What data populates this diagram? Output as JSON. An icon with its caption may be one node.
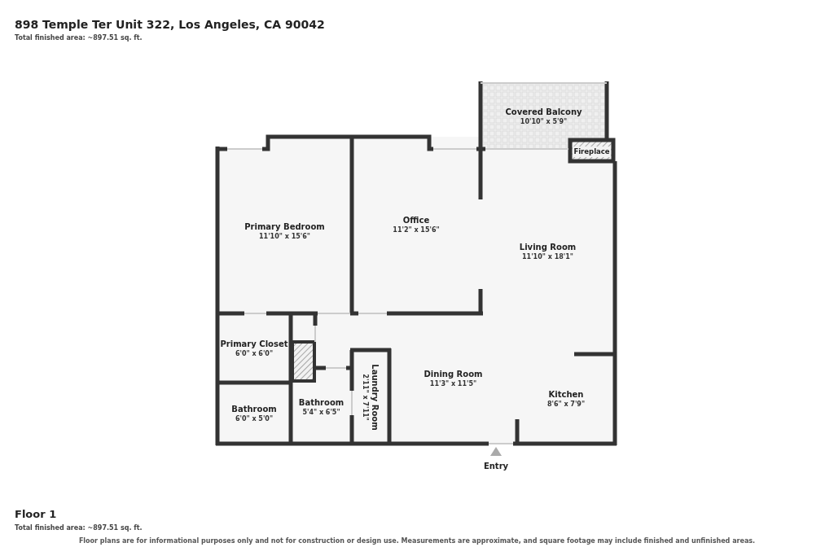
{
  "diagram": {
    "title": "898 Temple Ter Unit 322, Los Angeles, CA 90042",
    "nodes": [
      {
        "text": [
          "Covered Balcony",
          "10'10\" x 5'9\""
        ]
      },
      {
        "text": [
          "Fireplace"
        ]
      },
      {
        "text": [
          "Primary Bedroom",
          "11'10\" x 15'6\""
        ]
      },
      {
        "text": [
          "Office",
          "11'2\" x 15'6\""
        ]
      },
      {
        "text": [
          "Living Room",
          "11'10\" x 18'1\""
        ]
      },
      {
        "text": [
          "Primary Closet",
          "6'0\" x 6'0\""
        ]
      },
      {
        "text": [
          "Dining Room",
          "11'3\" x 11'5\""
        ]
      },
      {
        "text": [
          "Laundry Room",
          "2'11\" x 7'11\""
        ]
      },
      {
        "text": [
          "Kitchen",
          "8'6\" x 7'9\""
        ]
      },
      {
        "text": [
          "Bathroom",
          "6'0\" x 5'0\""
        ]
      },
      {
        "text": [
          "Bathroom",
          "5'4\" x 6'5\""
        ]
      }
    ],
    "edges": [],
    "labels": [
      "Total finished area: ~897.51 sq. ft.",
      "Entry",
      "Floor 1",
      "Total finished area: ~897.51 sq. ft.",
      "Floor plans are for informational purposes only and not for construction or design use. Measurements are approximate, and square footage may include finished and unfinished areas."
    ]
  }
}
